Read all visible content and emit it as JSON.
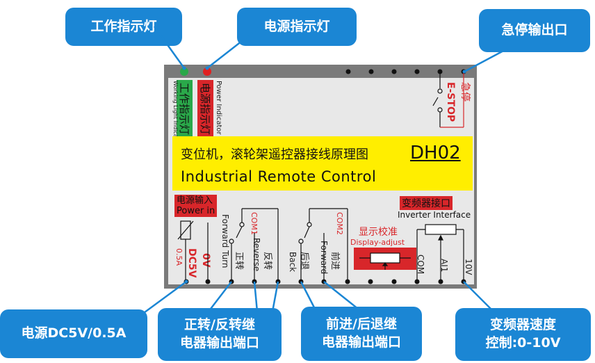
{
  "callouts": {
    "working_led": "工作指示灯",
    "power_led": "电源指示灯",
    "estop_out": "急停输出口",
    "power_dc": "电源DC5V/0.5A",
    "fwd_rev_l1": "正转/反转继",
    "fwd_rev_l2": "电器输出端口",
    "fwd_back_l1": "前进/后退继",
    "fwd_back_l2": "电器输出端口",
    "inverter_l1": "变频器速度",
    "inverter_l2": "控制:0-10V"
  },
  "board": {
    "working_label_cn": "工作指示灯",
    "working_label_en": "Working Light Indicator",
    "power_label_cn": "电源指示灯",
    "power_label_en": "Power Indicator",
    "estop_cn": "急停",
    "estop_en": "E-STOP",
    "banner_cn": "变位机，滚轮架遥控器接线原理图",
    "banner_model": "DH02",
    "banner_en": "Industrial Remote Control",
    "power_in_cn": "电源输入",
    "power_in_en": "Power in",
    "dc5v": "DC5V",
    "amp": "0.5A",
    "zero_v": "0V",
    "fwd_turn": "Forward Turn",
    "zheng": "正转",
    "reverse": "Reverse",
    "fan": "反转",
    "com1": "COM1",
    "com2": "COM2",
    "back": "Back",
    "houtui": "后退",
    "forward": "Forward",
    "qianjin": "前进",
    "display_cn": "显示校准",
    "display_en": "Display-adjust",
    "inverter_cn": "变频器接口",
    "inverter_en": "Inverter Interface",
    "com": "COM",
    "ai1": "AI1",
    "ten_v": "10V"
  },
  "colors": {
    "callout_blue": "#1b86d4",
    "label_red": "#d8262a",
    "label_green": "#2aa84a",
    "banner_yellow": "#ffee00",
    "board_gray": "#7a7a7a",
    "plate_gray": "#e8e8e8"
  }
}
